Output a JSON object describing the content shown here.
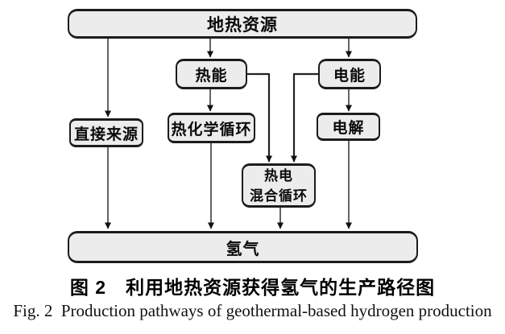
{
  "figure": {
    "colors": {
      "node_fill": "#ececec",
      "node_border": "#1c1c1c",
      "connector": "#3d3d3d",
      "arrowhead": "#111111",
      "background": "#ffffff"
    },
    "nodes": [
      {
        "id": "geothermal",
        "label": "地热资源"
      },
      {
        "id": "thermal",
        "label": "热能"
      },
      {
        "id": "electric",
        "label": "电能"
      },
      {
        "id": "direct",
        "label": "直接来源"
      },
      {
        "id": "thermochemical",
        "label": "热化学循环"
      },
      {
        "id": "electrolysis",
        "label": "电解"
      },
      {
        "id": "hybrid",
        "label": "热电\n混合循环"
      },
      {
        "id": "hydrogen",
        "label": "氢气"
      }
    ],
    "edges": [
      {
        "from": "geothermal",
        "to": "direct"
      },
      {
        "from": "geothermal",
        "to": "thermal"
      },
      {
        "from": "geothermal",
        "to": "electric"
      },
      {
        "from": "thermal",
        "to": "thermochemical"
      },
      {
        "from": "thermal",
        "to": "hybrid"
      },
      {
        "from": "electric",
        "to": "hybrid"
      },
      {
        "from": "electric",
        "to": "electrolysis"
      },
      {
        "from": "direct",
        "to": "hydrogen"
      },
      {
        "from": "thermochemical",
        "to": "hydrogen"
      },
      {
        "from": "hybrid",
        "to": "hydrogen"
      },
      {
        "from": "electrolysis",
        "to": "hydrogen"
      }
    ],
    "caption_zh": "图 2　利用地热资源获得氢气的生产路径图",
    "caption_en": "Fig. 2  Production pathways of geothermal-based hydrogen production"
  }
}
